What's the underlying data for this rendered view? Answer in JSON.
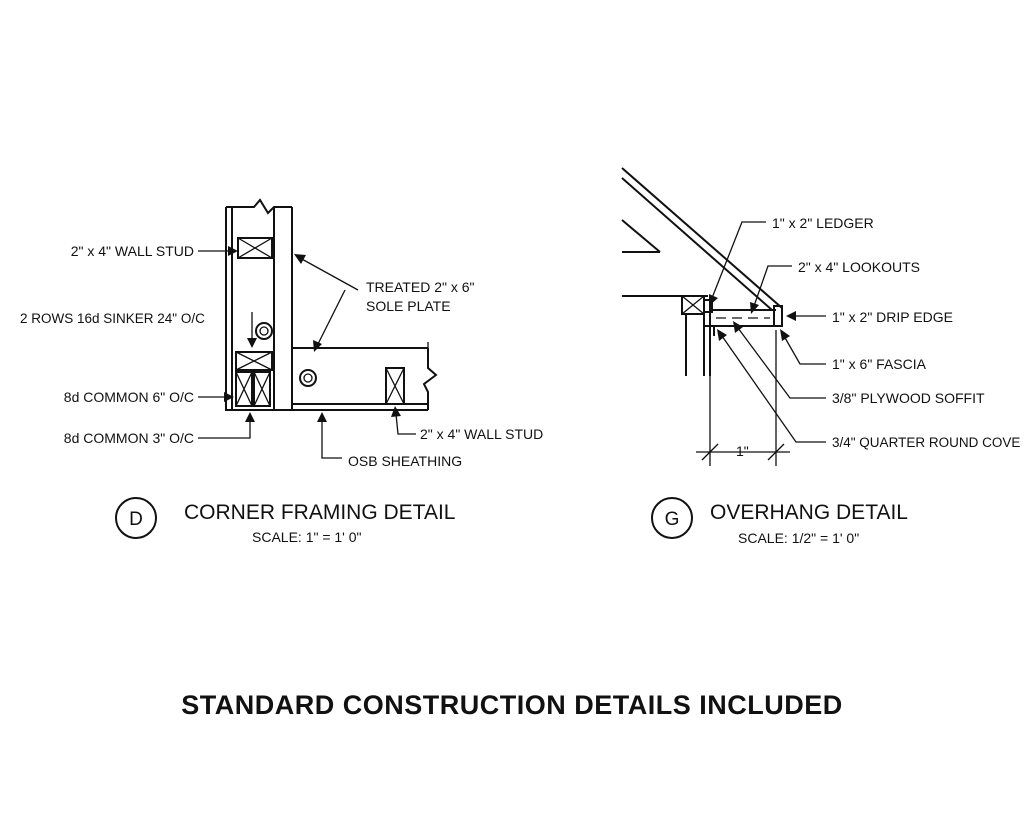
{
  "corner_detail": {
    "tag": "D",
    "title": "CORNER FRAMING DETAIL",
    "scale": "SCALE: 1\" = 1' 0\"",
    "labels": {
      "wall_stud_top": "2\" x 4\" WALL STUD",
      "sinker": "2 ROWS 16d SINKER 24\" O/C",
      "common_6": "8d COMMON 6\" O/C",
      "common_3": "8d COMMON 3\" O/C",
      "treated_line1": "TREATED 2\" x 6\"",
      "treated_line2": "SOLE PLATE",
      "wall_stud_bottom": "2\" x 4\" WALL STUD",
      "osb": "OSB SHEATHING"
    }
  },
  "overhang_detail": {
    "tag": "G",
    "title": "OVERHANG DETAIL",
    "scale": "SCALE: 1/2\" = 1' 0\"",
    "labels": {
      "ledger": "1\" x 2\" LEDGER",
      "lookouts": "2\" x 4\" LOOKOUTS",
      "drip_edge": "1\" x 2\" DRIP EDGE",
      "fascia": "1\" x 6\" FASCIA",
      "soffit": "3/8\" PLYWOOD SOFFIT",
      "cove": "3/4\" QUARTER ROUND COVE",
      "dimension": "1\""
    }
  },
  "footer": "STANDARD CONSTRUCTION DETAILS INCLUDED"
}
